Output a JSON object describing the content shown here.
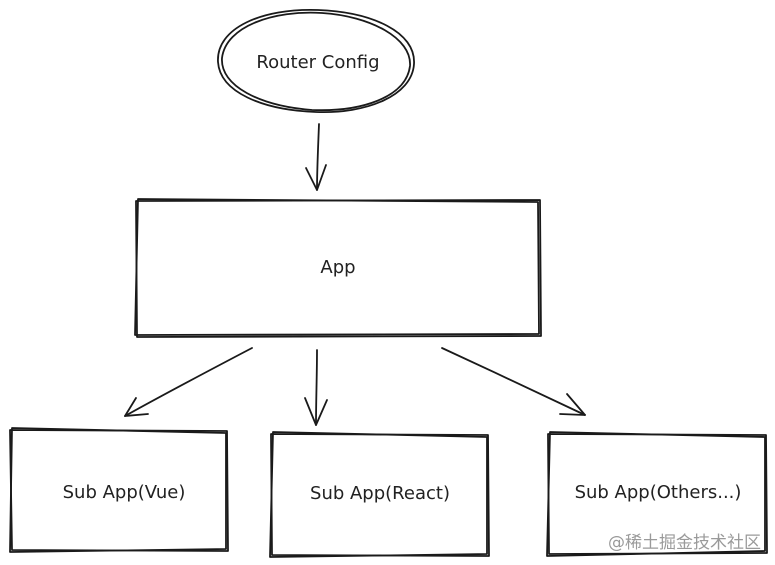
{
  "diagram": {
    "nodes": {
      "router_config": "Router Config",
      "app": "App",
      "sub_app_vue": "Sub App(Vue)",
      "sub_app_react": "Sub App(React)",
      "sub_app_others": "Sub App(Others...)"
    },
    "edges": [
      {
        "from": "router_config",
        "to": "app"
      },
      {
        "from": "app",
        "to": "sub_app_vue"
      },
      {
        "from": "app",
        "to": "sub_app_react"
      },
      {
        "from": "app",
        "to": "sub_app_others"
      }
    ]
  },
  "watermark": "@稀土掘金技术社区"
}
